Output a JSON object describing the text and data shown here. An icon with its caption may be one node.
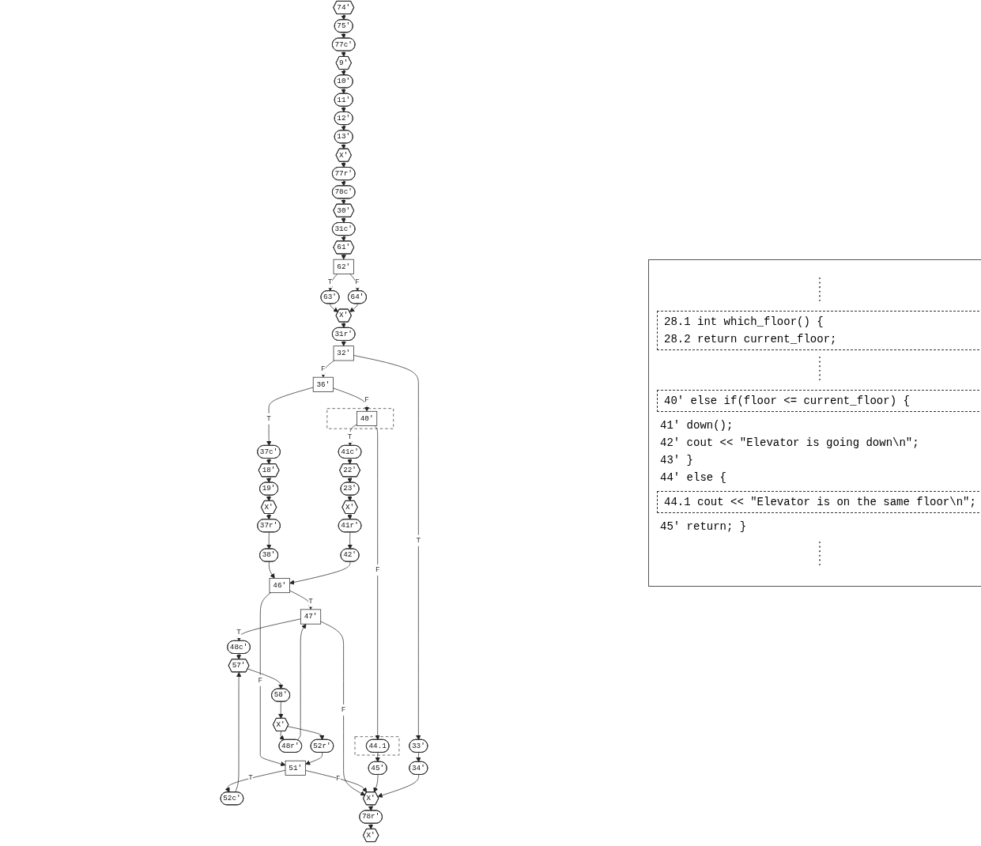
{
  "diagram": {
    "nodes": [
      {
        "text": [
          "61′"
        ]
      },
      {
        "text": [
          "62′"
        ]
      },
      {
        "text": [
          "63′"
        ]
      },
      {
        "text": [
          "64′"
        ]
      },
      {
        "text": [
          "X′"
        ]
      },
      {
        "text": [
          "30′"
        ]
      },
      {
        "text": [
          "31c′"
        ]
      },
      {
        "text": [
          "31r′"
        ]
      },
      {
        "text": [
          "32′"
        ]
      },
      {
        "text": [
          "36′"
        ]
      },
      {
        "text": [
          "33′"
        ]
      },
      {
        "text": [
          "34′"
        ]
      },
      {
        "text": [
          "18′"
        ]
      },
      {
        "text": [
          "19′"
        ]
      },
      {
        "text": [
          "X′"
        ]
      },
      {
        "text": [
          "37c′"
        ]
      },
      {
        "text": [
          "37r′"
        ]
      },
      {
        "text": [
          "38′"
        ]
      },
      {
        "text": [],
        "shape": "box"
      },
      {
        "text": [
          "40′"
        ],
        "in": 18
      },
      {
        "text": [
          "41c′"
        ]
      },
      {
        "text": [
          "41r′"
        ]
      },
      {
        "text": [
          "42′"
        ]
      },
      {
        "text": [
          "22′"
        ]
      },
      {
        "text": [
          "23′"
        ]
      },
      {
        "text": [
          "X′"
        ]
      },
      {
        "text": [],
        "shape": "box"
      },
      {
        "text": [
          "44.1"
        ],
        "in": 26
      },
      {
        "text": [
          "45′"
        ]
      },
      {
        "text": [
          "46′"
        ]
      },
      {
        "text": [
          "47′"
        ]
      },
      {
        "text": [
          "51′"
        ]
      },
      {
        "text": [
          "48c′"
        ]
      },
      {
        "text": [
          "57′"
        ]
      },
      {
        "text": [
          "52c′"
        ]
      },
      {
        "text": [
          "48r′"
        ]
      },
      {
        "text": [
          "58′"
        ]
      },
      {
        "text": [
          "52r′"
        ]
      },
      {
        "text": [
          "X′"
        ]
      },
      {
        "text": [
          "X′"
        ]
      },
      {
        "text": [
          "74′"
        ]
      },
      {
        "text": [
          "75′"
        ]
      },
      {
        "text": [
          "77c′"
        ]
      },
      {
        "text": [
          "77r′"
        ]
      },
      {
        "text": [
          "78c′"
        ]
      },
      {
        "text": [
          "78r′"
        ]
      },
      {
        "text": [
          "X′"
        ]
      },
      {
        "text": [
          "9′"
        ]
      },
      {
        "text": [
          "10′"
        ]
      },
      {
        "text": [
          "11′"
        ]
      },
      {
        "text": [
          "12′"
        ]
      },
      {
        "text": [
          "13′"
        ]
      },
      {
        "text": [
          "X′"
        ]
      }
    ],
    "edges": [
      {
        "from": 0,
        "to": 1,
        "arrow": "to"
      },
      {
        "from": 1,
        "to": 2,
        "arrow": "to",
        "label": "T"
      },
      {
        "from": 1,
        "to": 3,
        "arrow": "to",
        "label": "F"
      },
      {
        "from": 2,
        "to": 4,
        "arrow": "to"
      },
      {
        "from": 3,
        "to": 4,
        "arrow": "to"
      },
      {
        "from": 6,
        "to": 0,
        "arrow": "to"
      },
      {
        "from": 4,
        "to": 7,
        "arrow": "to"
      },
      {
        "from": 5,
        "to": 6,
        "arrow": "to"
      },
      {
        "from": 7,
        "to": 8,
        "arrow": "to"
      },
      {
        "from": 8,
        "to": 9,
        "arrow": "to",
        "label": "F"
      },
      {
        "from": 8,
        "to": 10,
        "arrow": "to",
        "label": "T"
      },
      {
        "from": 10,
        "to": 11,
        "arrow": "to"
      },
      {
        "from": 44,
        "to": 5,
        "arrow": "to"
      },
      {
        "from": 9,
        "to": 15,
        "arrow": "to",
        "label": "T"
      },
      {
        "from": 9,
        "to": 19,
        "arrow": "to",
        "label": "F"
      },
      {
        "from": 15,
        "to": 12,
        "arrow": "to"
      },
      {
        "from": 12,
        "to": 13,
        "arrow": "to"
      },
      {
        "from": 13,
        "to": 14,
        "arrow": "to"
      },
      {
        "from": 14,
        "to": 16,
        "arrow": "to"
      },
      {
        "from": 16,
        "to": 17,
        "arrow": "to"
      },
      {
        "from": 19,
        "to": 20,
        "arrow": "to",
        "label": "T"
      },
      {
        "from": 19,
        "to": 27,
        "arrow": "to",
        "label": "F"
      },
      {
        "from": 20,
        "to": 23,
        "arrow": "to"
      },
      {
        "from": 23,
        "to": 24,
        "arrow": "to"
      },
      {
        "from": 24,
        "to": 25,
        "arrow": "to"
      },
      {
        "from": 25,
        "to": 21,
        "arrow": "to"
      },
      {
        "from": 21,
        "to": 22,
        "arrow": "to"
      },
      {
        "from": 17,
        "to": 29,
        "arrow": "to"
      },
      {
        "from": 22,
        "to": 29,
        "arrow": "to"
      },
      {
        "from": 27,
        "to": 28,
        "arrow": "to"
      },
      {
        "from": 29,
        "to": 30,
        "arrow": "to",
        "label": "T"
      },
      {
        "from": 29,
        "to": 31,
        "arrow": "to",
        "label": "F"
      },
      {
        "from": 30,
        "to": 32,
        "arrow": "to",
        "label": "T"
      },
      {
        "from": 31,
        "to": 34,
        "arrow": "to",
        "label": "T"
      },
      {
        "from": 32,
        "to": 33,
        "arrow": "to"
      },
      {
        "from": 34,
        "to": 33,
        "arrow": "to"
      },
      {
        "from": 33,
        "to": 36,
        "arrow": "to"
      },
      {
        "from": 36,
        "to": 38,
        "arrow": "to"
      },
      {
        "from": 38,
        "to": 35,
        "arrow": "to"
      },
      {
        "from": 38,
        "to": 37,
        "arrow": "to"
      },
      {
        "from": 35,
        "to": 30,
        "arrow": "to"
      },
      {
        "from": 37,
        "to": 31,
        "arrow": "to"
      },
      {
        "from": 30,
        "to": 39,
        "arrow": "to",
        "label": "F"
      },
      {
        "from": 31,
        "to": 39,
        "arrow": "to",
        "label": "F"
      },
      {
        "from": 28,
        "to": 39,
        "arrow": "to"
      },
      {
        "from": 11,
        "to": 39,
        "arrow": "to"
      },
      {
        "from": 39,
        "to": 45,
        "arrow": "to"
      },
      {
        "from": 40,
        "to": 41,
        "arrow": "to"
      },
      {
        "from": 41,
        "to": 42,
        "arrow": "to"
      },
      {
        "from": 42,
        "to": 47,
        "arrow": "to"
      },
      {
        "from": 47,
        "to": 48,
        "arrow": "to"
      },
      {
        "from": 48,
        "to": 49,
        "arrow": "to"
      },
      {
        "from": 49,
        "to": 50,
        "arrow": "to"
      },
      {
        "from": 50,
        "to": 51,
        "arrow": "to"
      },
      {
        "from": 51,
        "to": 52,
        "arrow": "to"
      },
      {
        "from": 52,
        "to": 43,
        "arrow": "to"
      },
      {
        "from": 43,
        "to": 44,
        "arrow": "to"
      },
      {
        "from": 45,
        "to": 46,
        "arrow": "to"
      }
    ],
    "labels": [
      "28.1 int which_floor() {",
      "28.2 return current_floor;",
      "40′ else if(floor <= current_floor) {",
      "41′ down();",
      "42′ cout << \"Elevator is going down\\n\";",
      "43′ }",
      "44′ else {",
      "44.1 cout << \"Elevator is on the same floor\\n\";",
      "45′ return; }"
    ]
  }
}
